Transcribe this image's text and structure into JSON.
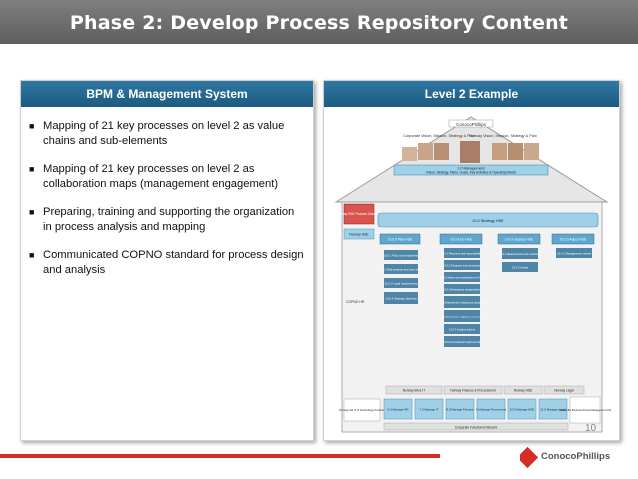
{
  "slide": {
    "title": "Phase 2: Develop Process Repository Content",
    "page_number": "10"
  },
  "left_panel": {
    "header": "BPM & Management System",
    "bullets": [
      "Mapping of 21 key processes on level 2 as value chains and sub-elements",
      "Mapping of 21 key processes on level 2 as collaboration maps (management engagement)",
      "Preparing, training and supporting the organization in process analysis and mapping",
      "Communicated COPNO standard for process design and analysis"
    ]
  },
  "right_panel": {
    "header": "Level 2 Example",
    "diagram": {
      "roof_label": "ConocoPhillips",
      "vision_left": "Corporate Vision, Mission, Strategy & Plan",
      "vision_right": "Norway Vision, Mission, Strategy & Plan",
      "management_title": "1.0 Management",
      "management_sub": "Vision, Strategy, Plans, Goals, Key Activities & Operating Model",
      "left_red_box": "Norway HSE Process Owner 10",
      "left_small_box": "Norway HSE",
      "strategy_bar": "10.0 Strategy HSE",
      "copno_label": "COPNO HR",
      "col1": {
        "head": "10.0.0 Plan HSE",
        "items": [
          "10.0.1 Policy and leadership",
          "10.0.2 Risk analysis and rqmt setting",
          "10.0.3 Legal requirements",
          "10.0.4 Strategic planning"
        ]
      },
      "col2": {
        "head": "10.0.0 Do HSE",
        "items": [
          "10.0.1 Resource and responsibilities",
          "10.0.2 Programs and procedures",
          "10.0.3 Attain and expectations of HSE",
          "10.0.4 Emergency preparedness",
          "10.0.5 Measurement, training and competence",
          "10.0.6 Implementation, mitigation & corrective action",
          "10.0.7 Incident actions",
          "10.0.8 Occupational health and risk"
        ]
      },
      "col3": {
        "head": "10.0.0 Assess HSE",
        "items": [
          "10.0.1 Measurement and monitoring",
          "10.0.2 Audits"
        ]
      },
      "col4": {
        "head": "10.0.0 Adjust HSE",
        "items": [
          "10.0.1 Management review"
        ]
      },
      "bottom_groups": [
        "Norway BA & IT",
        "Norway Finance & Procurement",
        "Norway HSE",
        "Norway Legal"
      ],
      "bottom_left": "Norway SA IT & Technology Portfolio",
      "bottom_boxes": [
        "6.0 Manage HR",
        "7.0 Manage IT",
        "8.0 Manage Finance",
        "9.0 Manage Procurement",
        "10.0 Manage HSE",
        "11.0 Manage Legal"
      ],
      "bottom_right": "Norway BU Business Process Management & IM",
      "base_label": "Corporate Functional Network"
    }
  },
  "footer": {
    "logo_text": "ConocoPhillips",
    "colors": {
      "accent": "#d72c26",
      "header": "#1d5a80",
      "diagram": "#9fd0e8"
    }
  }
}
